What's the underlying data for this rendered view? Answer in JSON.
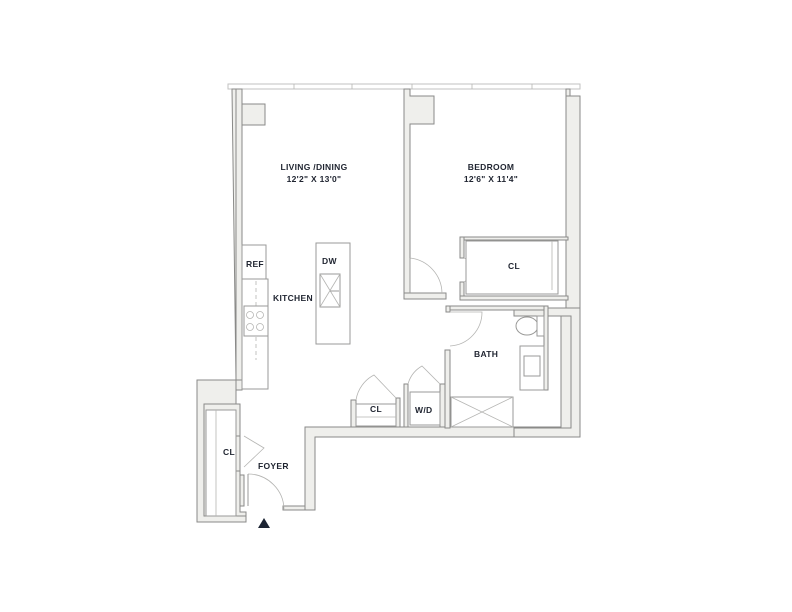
{
  "floor_plan": {
    "rooms": [
      {
        "id": "living",
        "name": "LIVING /DINING",
        "dimensions": "12'2\" X 13'0\""
      },
      {
        "id": "bedroom",
        "name": "BEDROOM",
        "dimensions": "12'6\" X 11'4\""
      },
      {
        "id": "kitchen",
        "name": "KITCHEN"
      },
      {
        "id": "bath",
        "name": "BATH"
      },
      {
        "id": "foyer",
        "name": "FOYER"
      },
      {
        "id": "bedroom_closet",
        "name": "CL"
      },
      {
        "id": "hall_closet",
        "name": "CL"
      },
      {
        "id": "foyer_closet",
        "name": "CL"
      },
      {
        "id": "laundry",
        "name": "W/D"
      }
    ],
    "appliances": {
      "refrigerator": "REF",
      "dishwasher": "DW"
    },
    "entry_marker": "entry-arrow-icon",
    "colors": {
      "wall_fill": "#efefec",
      "wall_stroke": "#8a8a88",
      "label": "#1f2430",
      "entry_arrow": "#1c2433"
    }
  }
}
